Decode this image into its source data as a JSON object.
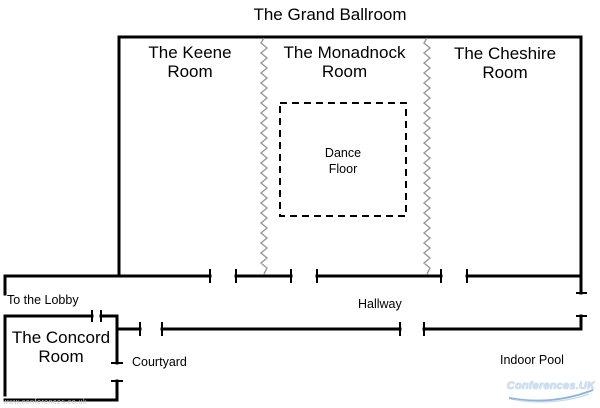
{
  "title": "The Grand Ballroom",
  "rooms": {
    "keene": "The Keene\nRoom",
    "monadnock": "The Monadnock\nRoom",
    "cheshire": "The Cheshire\nRoom",
    "concord": "The Concord\nRoom"
  },
  "features": {
    "dance_floor": "Dance\nFloor"
  },
  "areas": {
    "to_lobby": "To the Lobby",
    "hallway": "Hallway",
    "courtyard": "Courtyard",
    "indoor_pool": "Indoor Pool"
  },
  "logo": {
    "text": "Conferences.UK"
  },
  "watermark": {
    "text": "www.conferences.co.uk"
  }
}
